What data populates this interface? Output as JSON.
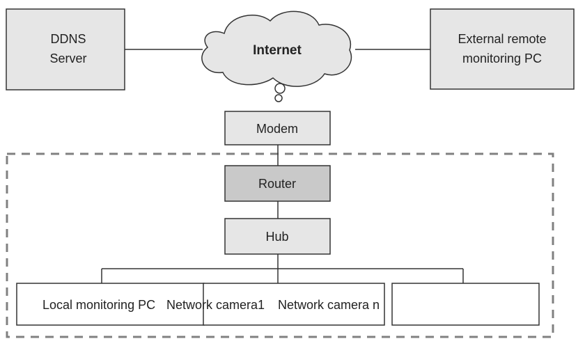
{
  "nodes": {
    "ddns": {
      "line1": "DDNS",
      "line2": "Server"
    },
    "internet": {
      "label": "Internet"
    },
    "external_pc": {
      "line1": "External remote",
      "line2": "monitoring PC"
    },
    "modem": {
      "label": "Modem"
    },
    "router": {
      "label": "Router"
    },
    "hub": {
      "label": "Hub"
    },
    "local_pc": {
      "label": "Local monitoring PC"
    },
    "camera1": {
      "label": "Network camera1"
    },
    "camera_n": {
      "label": "Network camera n"
    },
    "ellipsis": {
      "label": "· · ·"
    }
  },
  "colors": {
    "box_fill": "#e6e6e6",
    "router_fill": "#c9c9c9",
    "stroke": "#333333",
    "dash": "#777777"
  }
}
